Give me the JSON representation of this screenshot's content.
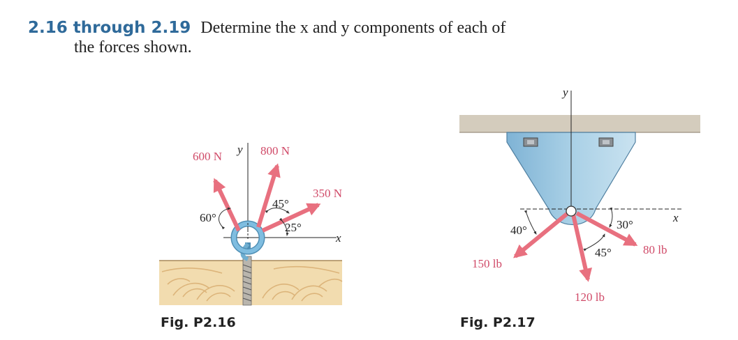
{
  "header": {
    "problem_number": "2.16 through 2.19",
    "statement_line1": "Determine the x and y components of each of",
    "statement_line2": "the forces shown."
  },
  "fig16": {
    "caption": "Fig. P2.16",
    "forces": [
      {
        "label": "600 N",
        "angle_label": "60°"
      },
      {
        "label": "800 N",
        "angle_label": "45°"
      },
      {
        "label": "350 N",
        "angle_label": "25°"
      }
    ],
    "x_axis": "x",
    "y_axis": "y"
  },
  "fig17": {
    "caption": "Fig. P2.17",
    "forces": [
      {
        "label": "150 lb",
        "angle_label": "40°"
      },
      {
        "label": "120 lb"
      },
      {
        "label": "80 lb",
        "angle_label": "30°",
        "angle_label2": "45°"
      }
    ],
    "x_axis": "x",
    "y_axis": "y"
  },
  "colors": {
    "force_arrow": "#e8707f",
    "label_red": "#d04a68",
    "title_blue": "#2f6a9a",
    "eye_bolt": "#6faed0",
    "bracket": "#9ec9e2",
    "wood": "#f2dcaf",
    "ceiling": "#d4ccbd"
  }
}
